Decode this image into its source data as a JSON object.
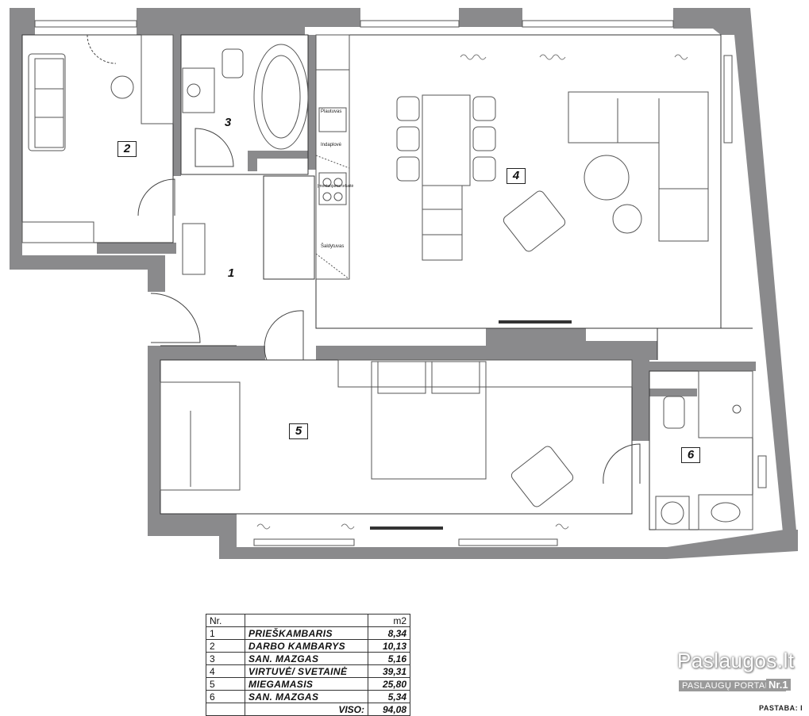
{
  "rooms": [
    {
      "number": "1"
    },
    {
      "number": "2"
    },
    {
      "number": "3"
    },
    {
      "number": "4"
    },
    {
      "number": "5"
    },
    {
      "number": "6"
    }
  ],
  "fixtures": {
    "sink_kitchen": "Plautuvas",
    "dishwasher": "Indaplovė",
    "oven": "Įmontuojama orkaitė",
    "fridge": "Šaldytuvas"
  },
  "area_table": {
    "header_nr": "Nr.",
    "header_unit": "m2",
    "rows": [
      {
        "nr": "1",
        "name": "PRIEŠKAMBARIS",
        "area": "8,34"
      },
      {
        "nr": "2",
        "name": "DARBO KAMBARYS",
        "area": "10,13"
      },
      {
        "nr": "3",
        "name": "SAN. MAZGAS",
        "area": "5,16"
      },
      {
        "nr": "4",
        "name": "VIRTUVĖ/ SVETAINĖ",
        "area": "39,31"
      },
      {
        "nr": "5",
        "name": "MIEGAMASIS",
        "area": "25,80"
      },
      {
        "nr": "6",
        "name": "SAN. MAZGAS",
        "area": "5,34"
      }
    ],
    "total_label": "VISO:",
    "total_area": "94,08"
  },
  "watermark": {
    "title": "Paslaugos.lt",
    "subtitle": "PASLAUGŲ PORTALAS",
    "badge": "Nr.1"
  },
  "note": "PASTABA: I",
  "colors": {
    "wall": "#8a8a8c",
    "line": "#333333",
    "furniture": "#555555"
  }
}
